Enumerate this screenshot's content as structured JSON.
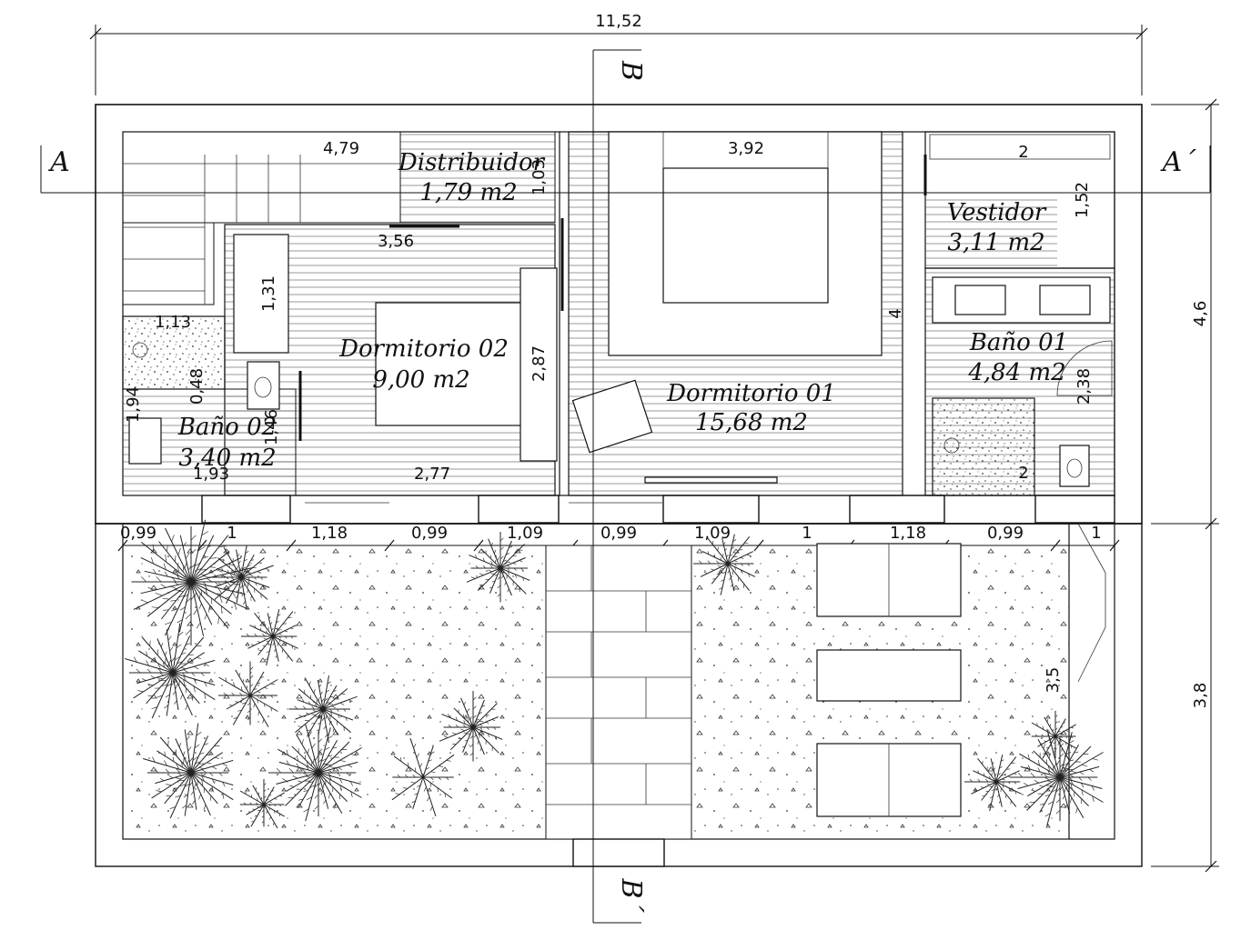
{
  "plan": {
    "overall_width": "11,52",
    "house_depth": "4,6",
    "garden_depth": "3,8",
    "terrace_depth": "3,5"
  },
  "sections": {
    "a": "A",
    "a_prime": "A´",
    "b": "B",
    "b_prime": "B´"
  },
  "rooms": {
    "distribuidor": {
      "name": "Distribuidor",
      "area": "1,79 m2"
    },
    "dormitorio_01": {
      "name": "Dormitorio 01",
      "area": "15,68 m2"
    },
    "dormitorio_02": {
      "name": "Dormitorio 02",
      "area": "9,00 m2"
    },
    "vestidor": {
      "name": "Vestidor",
      "area": "3,11 m2"
    },
    "bano_01": {
      "name": "Baño 01",
      "area": "4,84 m2"
    },
    "bano_02": {
      "name": "Baño 02",
      "area": "3,40 m2"
    }
  },
  "interior_dims": {
    "stair_width": "4,79",
    "distribuidor_depth": "1,03",
    "bed1_width": "3,92",
    "vestidor_width": "2",
    "vestidor_depth": "1,52",
    "dorm2_width": "3,56",
    "closet_depth": "1,31",
    "dorm2_depth": "2,87",
    "dorm1_depth": "4",
    "bano1_depth": "2,38",
    "bano1_width": "2",
    "bano2_shower_width": "1,13",
    "bano2_gap": "0,48",
    "bano2_depth": "1,94",
    "bano2_door": "1,46",
    "bano2_width": "1,93",
    "dorm2_window": "2,77"
  },
  "facade_dims": [
    "0,99",
    "1",
    "1,18",
    "0,99",
    "1,09",
    "0,99",
    "1,09",
    "1",
    "1,18",
    "0,99",
    "1"
  ]
}
